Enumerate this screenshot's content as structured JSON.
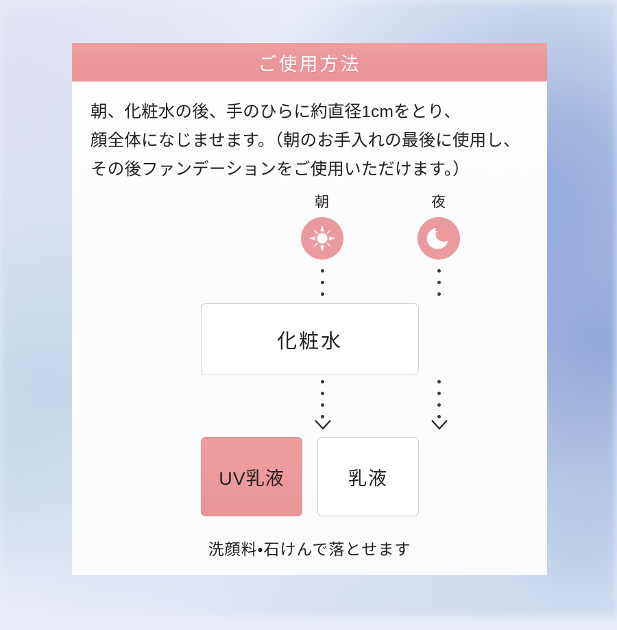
{
  "header": {
    "title": "ご使用方法",
    "bar_color": "#eb9698",
    "title_color": "#ffffff"
  },
  "instructions": {
    "lines": [
      "朝、化粧水の後、手のひらに約直径1cmをとり、",
      "顔全体になじませます。（朝のお手入れの最後に使用し、",
      "その後ファンデーションをご使用いただけます。）"
    ]
  },
  "diagram": {
    "icons": [
      {
        "label": "朝",
        "icon": "sun-icon",
        "color": "#eb9ba0"
      },
      {
        "label": "夜",
        "icon": "moon-star-icon",
        "color": "#eb9ba0"
      }
    ],
    "step_lotion": {
      "label": "化粧水",
      "fill": "#ffffff",
      "border": "#d8cfd0"
    },
    "step_uv": {
      "label": "UV乳液",
      "fill": "#eb9a9c",
      "border": "#e08f92"
    },
    "step_milk": {
      "label": "乳液",
      "fill": "#ffffff",
      "border": "#cfcccd"
    },
    "connector_dot_color": "#3a3a3a",
    "arrow_color": "#231f20"
  },
  "footnote": {
    "text": "洗顔料・石けんで落とせます"
  }
}
